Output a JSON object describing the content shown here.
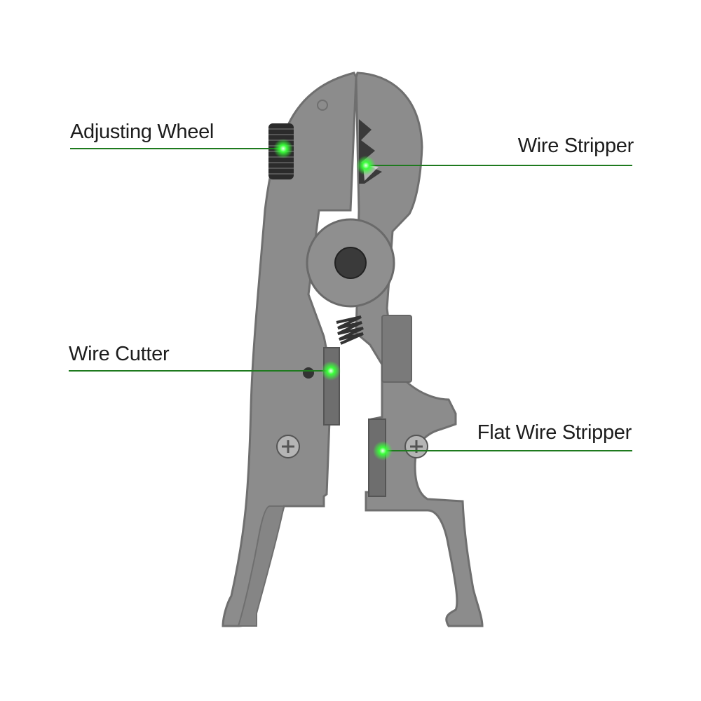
{
  "callouts": [
    {
      "label": "Adjusting Wheel",
      "marker_icon": "green-dot-icon",
      "line_color": "#1e7a1e"
    },
    {
      "label": "Wire Stripper",
      "marker_icon": "green-dot-icon",
      "line_color": "#1e7a1e"
    },
    {
      "label": "Wire Cutter",
      "marker_icon": "green-dot-icon",
      "line_color": "#1e7a1e"
    },
    {
      "label": "Flat Wire Stripper",
      "marker_icon": "green-dot-icon",
      "line_color": "#1e7a1e"
    }
  ],
  "colors": {
    "tool_body": "#8c8c8c",
    "tool_shadow": "#6f6f6f",
    "tool_highlight": "#a6a6a6",
    "wheel": "#2b2b2b",
    "pivot": "#3a3a3a",
    "marker_glow": "#39ff39",
    "leader_line": "#1e7a1e",
    "text": "#1d1d1d"
  },
  "image": {
    "subject_icon": "cable-stripper-tool-icon"
  }
}
